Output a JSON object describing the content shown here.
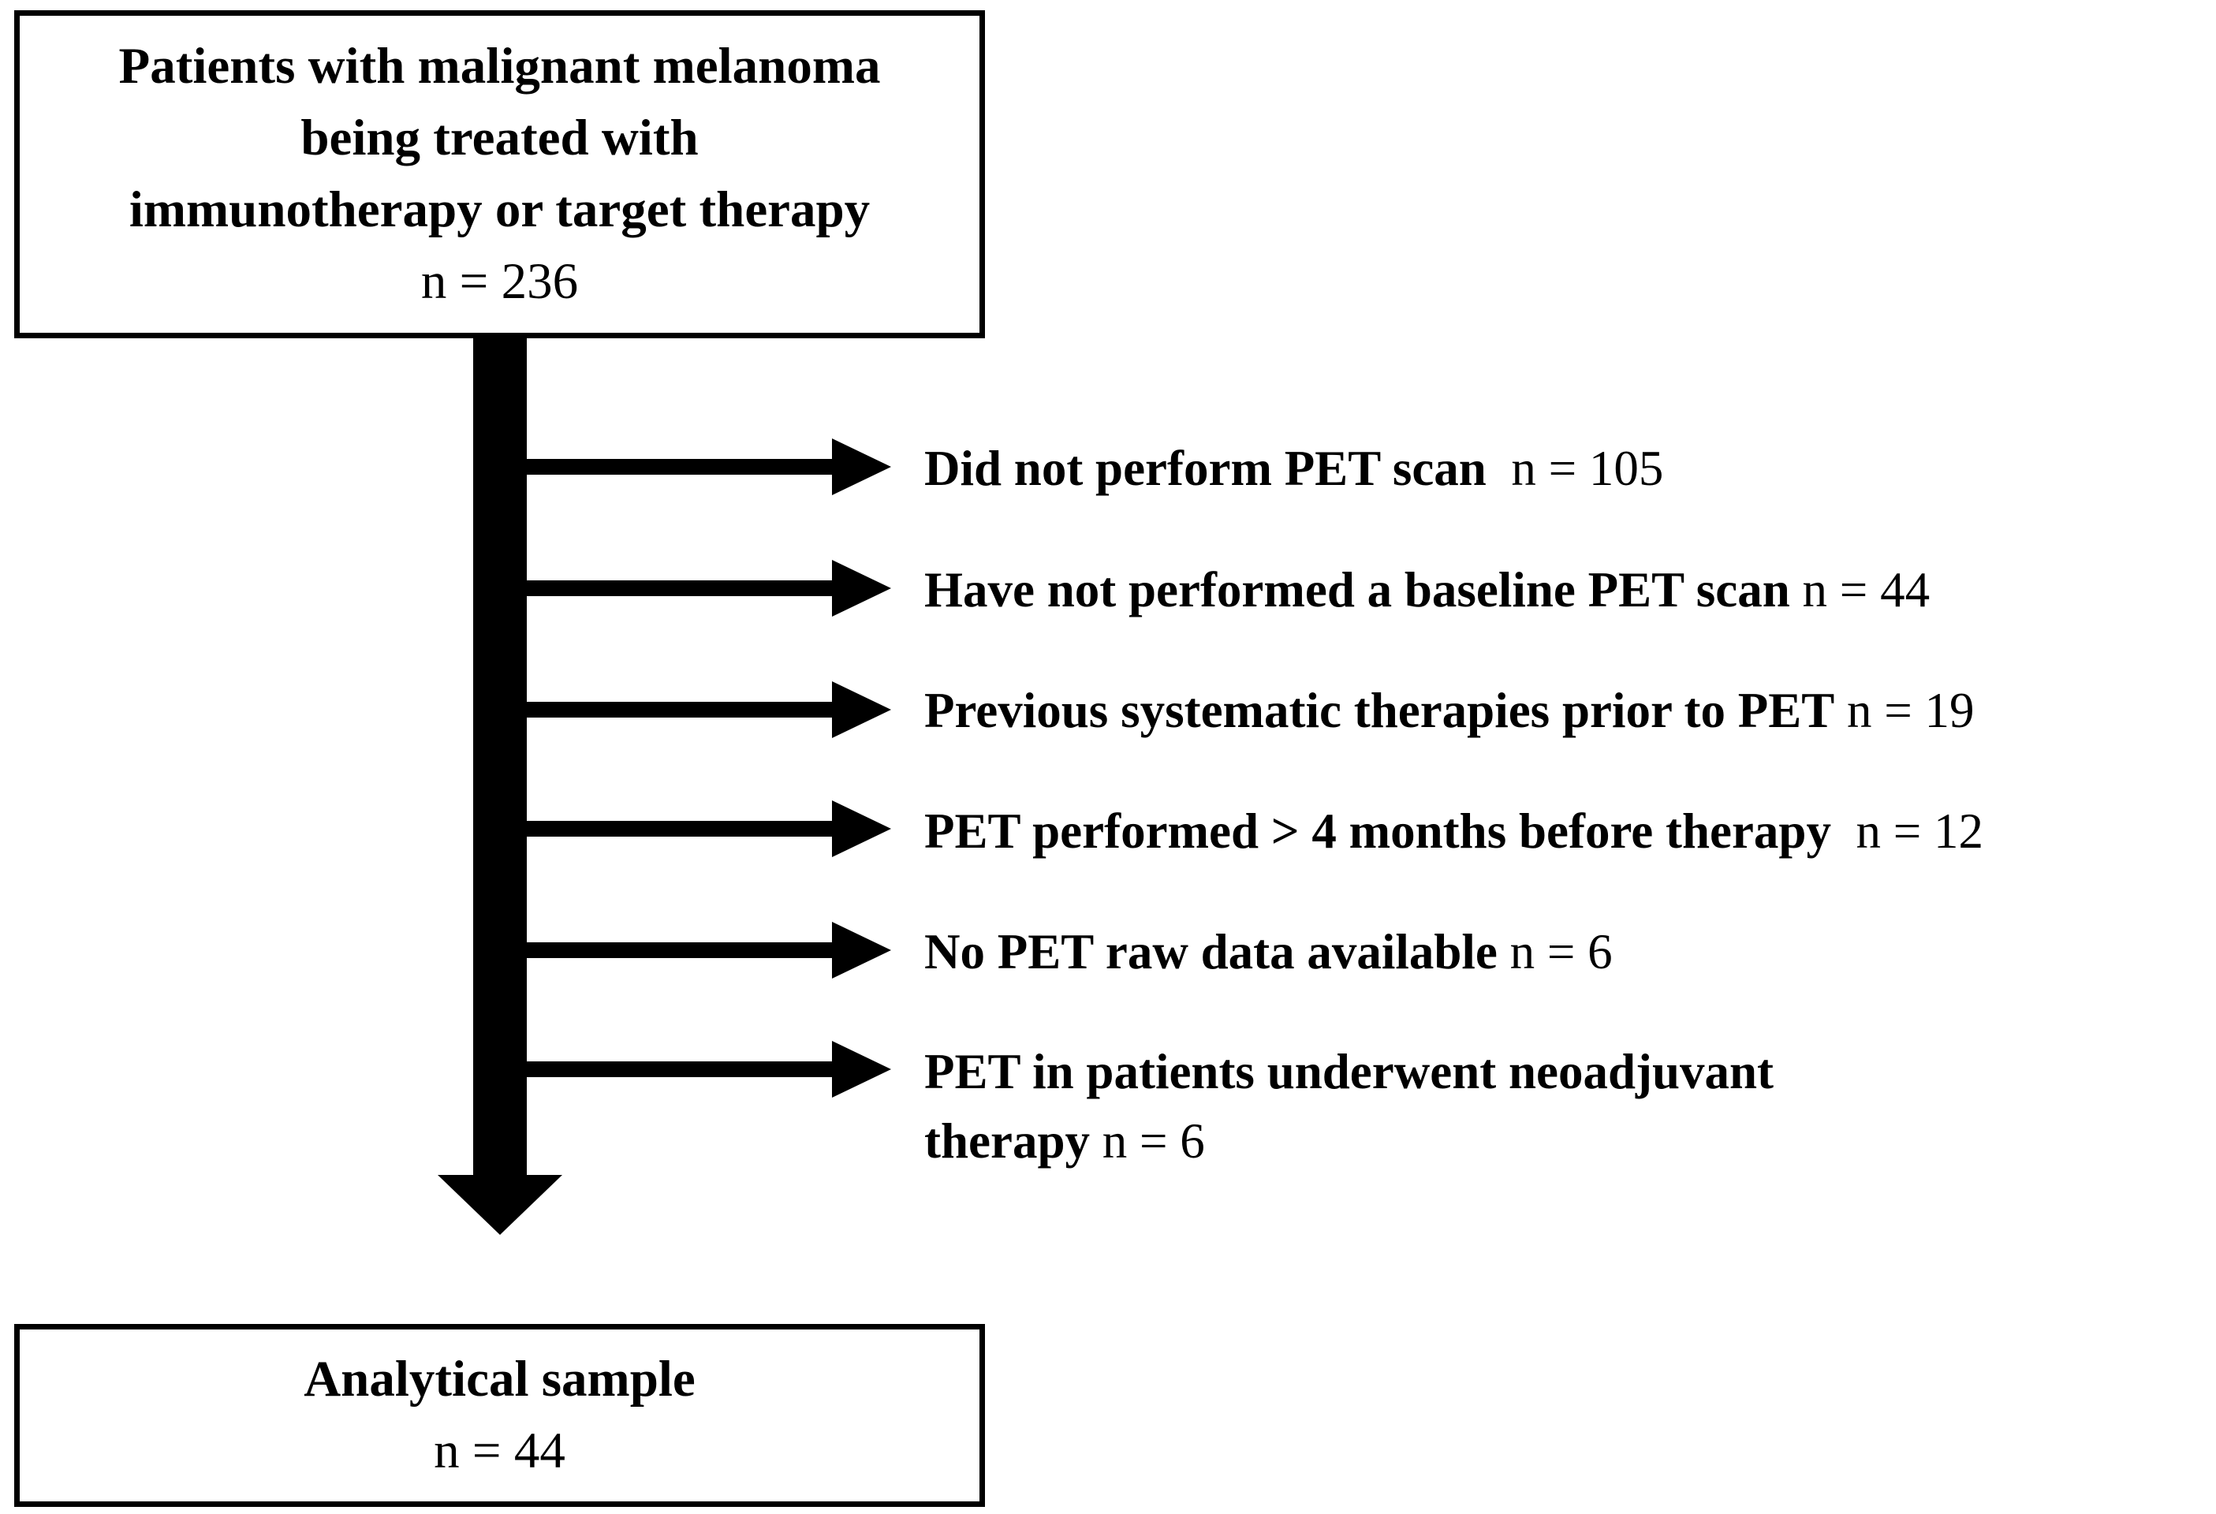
{
  "top_box": {
    "lines": [
      "Patients with malignant melanoma",
      "being treated with",
      "immunotherapy or target therapy"
    ],
    "count": "n = 236"
  },
  "exclusions": [
    {
      "label": "Did not perform PET scan",
      "count": "n = 105"
    },
    {
      "label": "Have not performed a baseline PET scan",
      "count": "n = 44"
    },
    {
      "label": "Previous systematic therapies prior to PET",
      "count": "n = 19"
    },
    {
      "label": "PET performed > 4 months before therapy",
      "count": "n = 12"
    },
    {
      "label": "No PET raw data available",
      "count": "n = 6"
    },
    {
      "label_line1": "PET in patients underwent neoadjuvant",
      "label_line2": "therapy",
      "count": "n = 6"
    }
  ],
  "bottom_box": {
    "title": "Analytical sample",
    "count": "n = 44"
  }
}
